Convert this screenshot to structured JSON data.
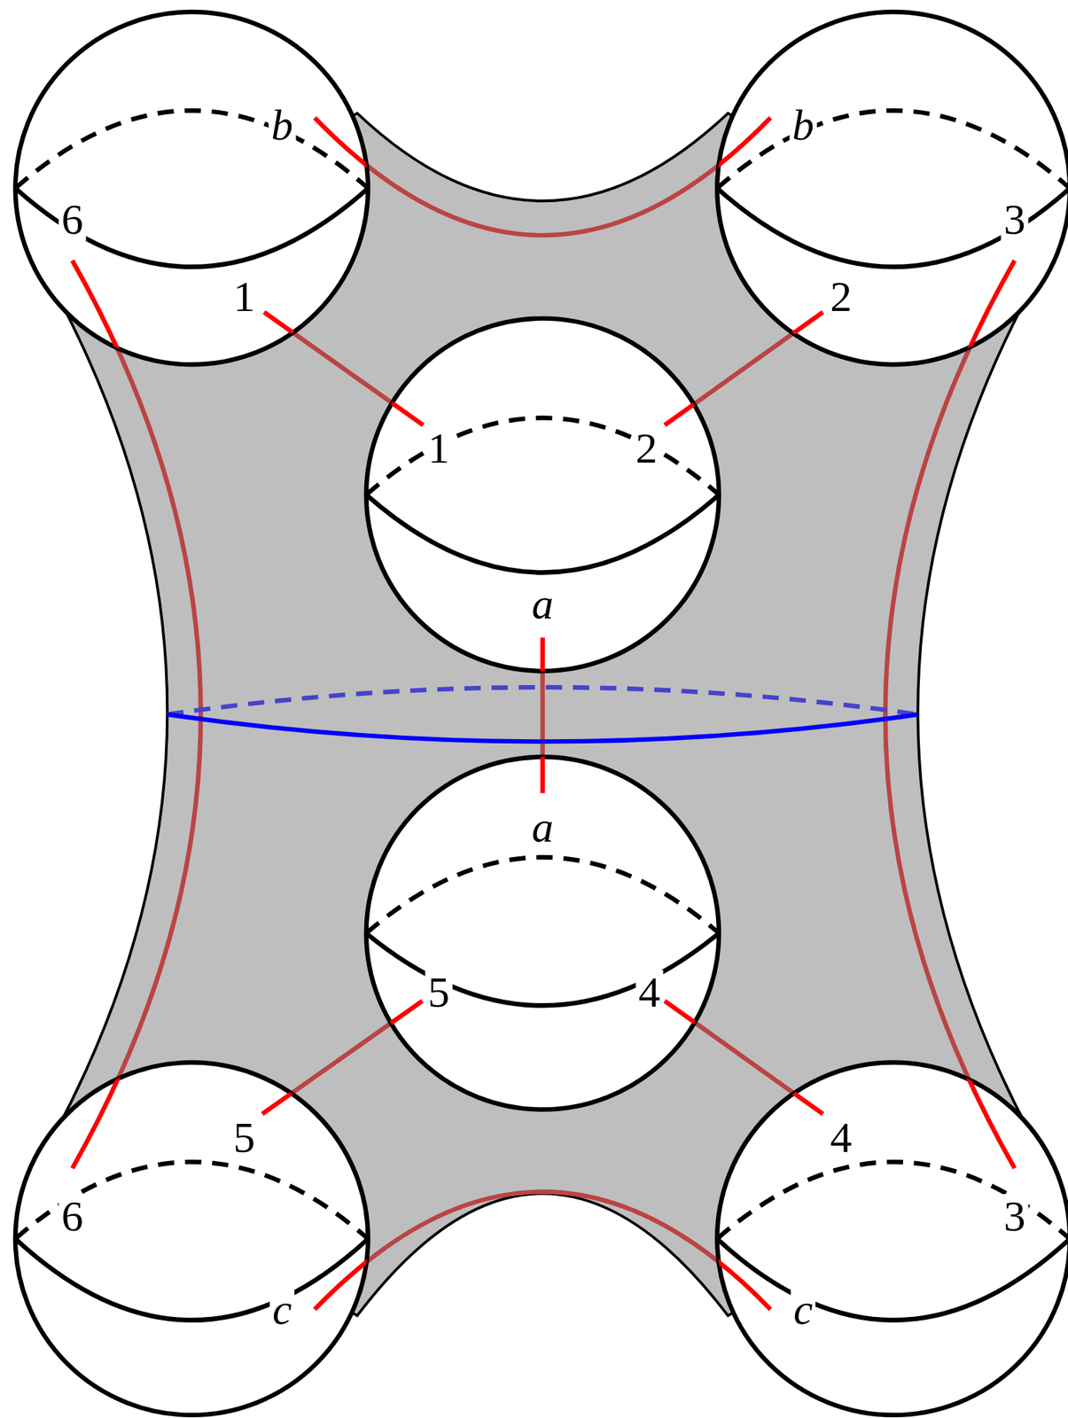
{
  "diagram": {
    "labels": [
      "b",
      "b",
      "6",
      "3",
      "1",
      "2",
      "1",
      "2",
      "a",
      "a",
      "5",
      "4",
      "5",
      "4",
      "6",
      "3",
      "c",
      "c"
    ]
  }
}
